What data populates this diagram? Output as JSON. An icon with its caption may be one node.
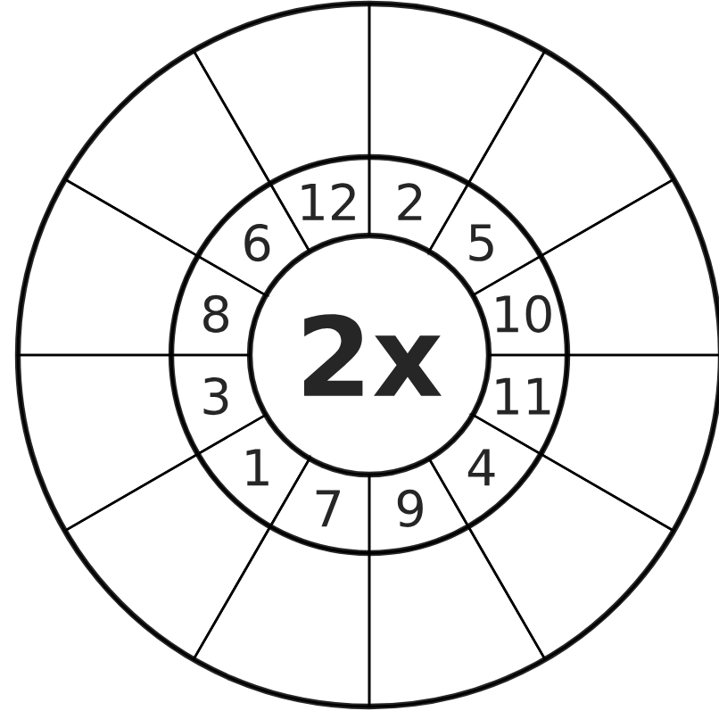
{
  "diagram": {
    "nodes": [
      {
        "text": [
          "2x"
        ]
      },
      {
        "text": [
          "12"
        ]
      },
      {
        "text": [
          "2"
        ]
      },
      {
        "text": [
          "5"
        ]
      },
      {
        "text": [
          "10"
        ]
      },
      {
        "text": [
          "11"
        ]
      },
      {
        "text": [
          "4"
        ]
      },
      {
        "text": [
          "9"
        ]
      },
      {
        "text": [
          "7"
        ]
      },
      {
        "text": [
          "1"
        ]
      },
      {
        "text": [
          "3"
        ]
      },
      {
        "text": [
          "8"
        ]
      },
      {
        "text": [
          "6"
        ]
      },
      {
        "text": [],
        "shape": "sector"
      },
      {
        "text": [],
        "shape": "sector"
      },
      {
        "text": [],
        "shape": "sector"
      },
      {
        "text": [],
        "shape": "sector"
      },
      {
        "text": [],
        "shape": "sector"
      },
      {
        "text": [],
        "shape": "sector"
      },
      {
        "text": [],
        "shape": "sector"
      },
      {
        "text": [],
        "shape": "sector"
      },
      {
        "text": [],
        "shape": "sector"
      },
      {
        "text": [],
        "shape": "sector"
      },
      {
        "text": [],
        "shape": "sector"
      },
      {
        "text": [],
        "shape": "sector"
      }
    ]
  }
}
